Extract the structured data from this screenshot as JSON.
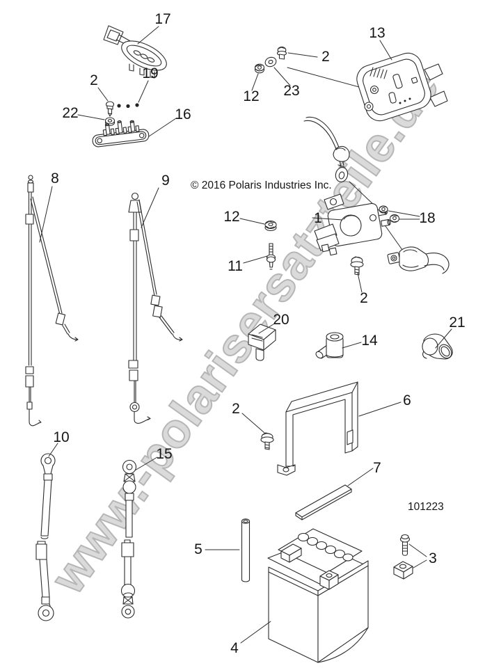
{
  "document": {
    "copyright": "© 2016 Polaris Industries Inc.",
    "drawing_number": "101223",
    "watermark_url": "www.-polarisersatzteile.de"
  },
  "callouts": {
    "c17": "17",
    "c2_fuse": "2",
    "c19": "19",
    "c22": "22",
    "c16": "16",
    "c2_switch": "2",
    "c23": "23",
    "c12_switch": "12",
    "c13": "13",
    "c1": "1",
    "c18": "18",
    "c12_solenoid": "12",
    "c11": "11",
    "c2_solenoid": "2",
    "c8": "8",
    "c9": "9",
    "c20": "20",
    "c14": "14",
    "c21": "21",
    "c6": "6",
    "c2_bracket": "2",
    "c7": "7",
    "c10": "10",
    "c15": "15",
    "c5": "5",
    "c4": "4",
    "c3": "3"
  }
}
